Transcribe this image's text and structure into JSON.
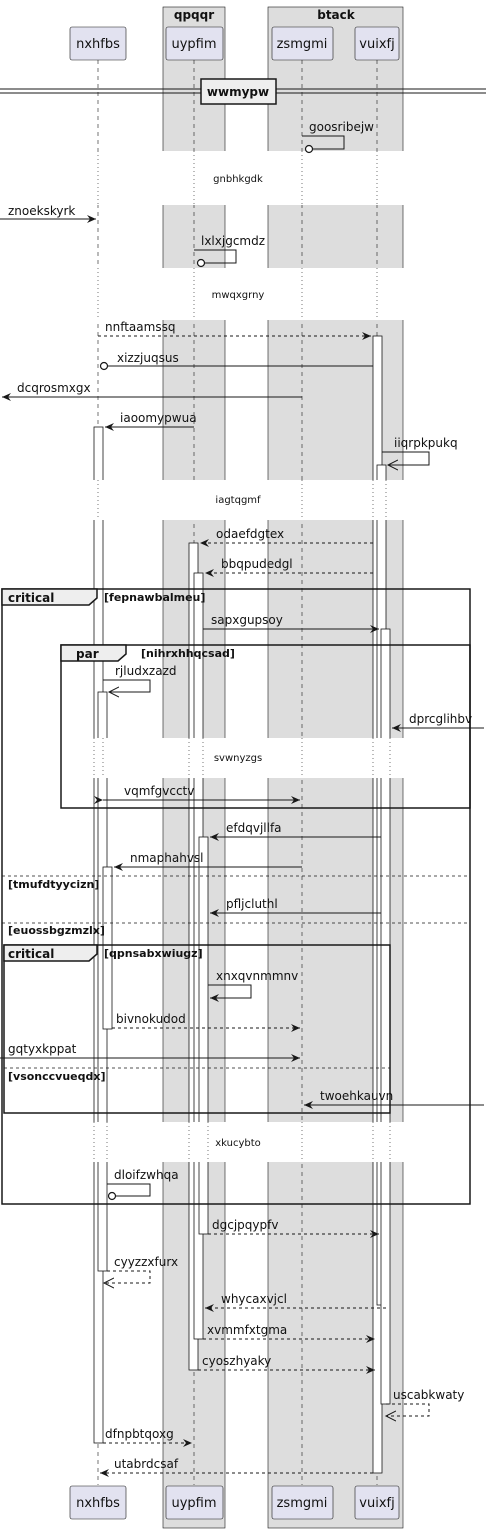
{
  "boxes": {
    "left_box_title": "qpqqr",
    "right_box_title": "btack"
  },
  "participants": {
    "p1": "nxhfbs",
    "p2": "uypfim",
    "p3": "zsmgmi",
    "p4": "vuixfj"
  },
  "separator": {
    "title": "wwmypw"
  },
  "dividers": {
    "d1": "gnbhkgdk",
    "d2": "mwqxgrny",
    "d3": "iagtqgmf",
    "d4": "svwnyzgs",
    "d5": "xkucybto"
  },
  "fragments": {
    "outer_critical": {
      "keyword": "critical",
      "condition": "[fepnawbalmeu]"
    },
    "par": {
      "keyword": "par",
      "condition": "[nihrxhhqcsad]"
    },
    "else1": "[tmufdtyycizn]",
    "else2": "[euossbgzmzlx]",
    "inner_critical": {
      "keyword": "critical",
      "condition": "[qpnsabxwiugz]"
    },
    "else3": "[vsonccvueqdx]"
  },
  "messages": {
    "m01": "goosribejw",
    "m02": "znoekskyrk",
    "m03": "lxlxjgcmdz",
    "m04": "nnftaamssq",
    "m05": "xizzjuqsus",
    "m06": "dcqrosmxgx",
    "m07": "iaoomypwua",
    "m08": "iiqrpkpukq",
    "m09": "odaefdgtex",
    "m10": "bbqpudedgl",
    "m11": "sapxgupsoy",
    "m12": "rjludxzazd",
    "m13": "dprcglihbv",
    "m14": "vqmfgvcctv",
    "m15": "efdqvjllfa",
    "m16": "nmaphahvsl",
    "m17": "pfljcluthl",
    "m18": "xnxqvnmmnv",
    "m19": "bivnokudod",
    "m20": "gqtyxkppat",
    "m21": "twoehkauvn",
    "m22": "dloifzwhqa",
    "m23": "dgcjpqypfv",
    "m24": "cyyzzxfurx",
    "m25": "whycaxvjcl",
    "m26": "xvmmfxtgma",
    "m27": "cyoszhyaky",
    "m28": "uscabkwaty",
    "m29": "dfnpbtqoxg",
    "m30": "utabrdcsaf"
  }
}
